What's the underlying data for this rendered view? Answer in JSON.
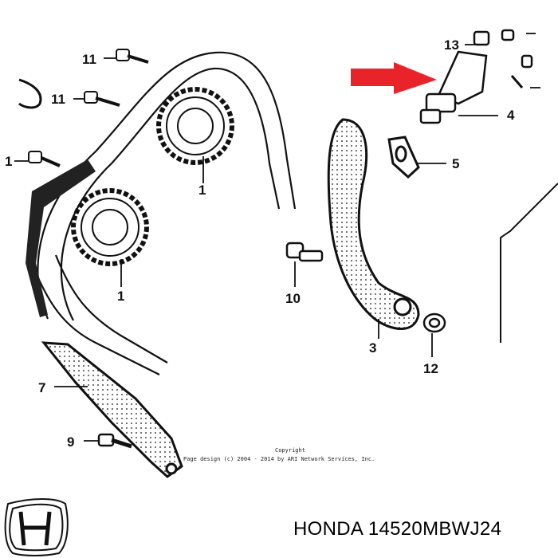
{
  "callouts": {
    "c11a": "11",
    "c11b": "11",
    "c1a": "1",
    "c1b": "1",
    "c1c": "1",
    "c13": "13",
    "c4": "4",
    "c5": "5",
    "c10": "10",
    "c3": "3",
    "c12": "12",
    "c7": "7",
    "c9": "9"
  },
  "copyright": {
    "line1": "Copyright",
    "line2": "Page design (c) 2004 - 2014 by ARI Network Services, Inc."
  },
  "caption": {
    "brand": "HONDA",
    "part_number": "14520MBWJ24"
  },
  "colors": {
    "arrow": "#e8232a",
    "ink": "#111111"
  }
}
